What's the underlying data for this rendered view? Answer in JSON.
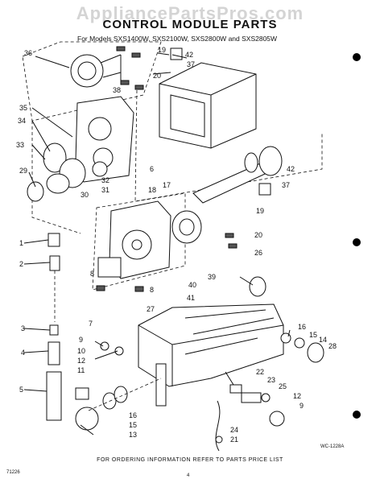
{
  "watermark": "AppliancePartsPros.com",
  "title": "CONTROL MODULE PARTS",
  "models_line": "For Models SXS1400W, SXS2100W, SXS2800W and SXS2805W",
  "footer": "FOR ORDERING INFORMATION REFER TO PARTS PRICE LIST",
  "figure_code": "WC-1228A",
  "page_code": "71226",
  "page_number": "4",
  "callouts": [
    "36",
    "19",
    "42",
    "37",
    "20",
    "38",
    "6",
    "35",
    "34",
    "33",
    "29",
    "30",
    "31",
    "32",
    "18",
    "17",
    "42",
    "37",
    "19",
    "20",
    "1",
    "2",
    "26",
    "8",
    "40",
    "41",
    "39",
    "8",
    "3",
    "27",
    "16",
    "15",
    "14",
    "28",
    "9",
    "10",
    "12",
    "4",
    "11",
    "22",
    "23",
    "25",
    "12",
    "5",
    "9",
    "16",
    "15",
    "13",
    "24",
    "21",
    "7"
  ]
}
